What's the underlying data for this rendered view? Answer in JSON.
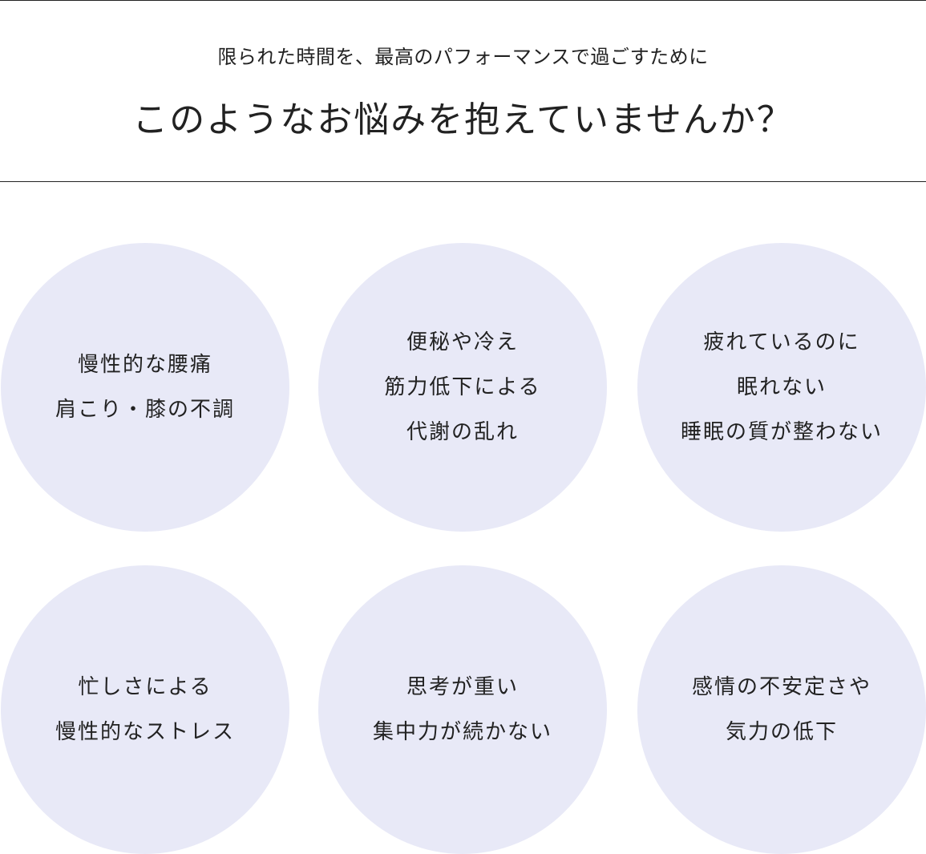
{
  "header": {
    "subtitle": "限られた時間を、最高のパフォーマンスで過ごすために",
    "title": "このようなお悩みを抱えていませんか？"
  },
  "concerns": [
    {
      "lines": [
        "慢性的な腰痛",
        "肩こり・膝の不調"
      ]
    },
    {
      "lines": [
        "便秘や冷え",
        "筋力低下による",
        "代謝の乱れ"
      ]
    },
    {
      "lines": [
        "疲れているのに",
        "眠れない",
        "睡眠の質が整わない"
      ]
    },
    {
      "lines": [
        "忙しさによる",
        "慢性的なストレス"
      ]
    },
    {
      "lines": [
        "思考が重い",
        "集中力が続かない"
      ]
    },
    {
      "lines": [
        "感情の不安定さや",
        "気力の低下"
      ]
    }
  ],
  "colors": {
    "circle": "#e8e9f7",
    "line": "#222222"
  }
}
